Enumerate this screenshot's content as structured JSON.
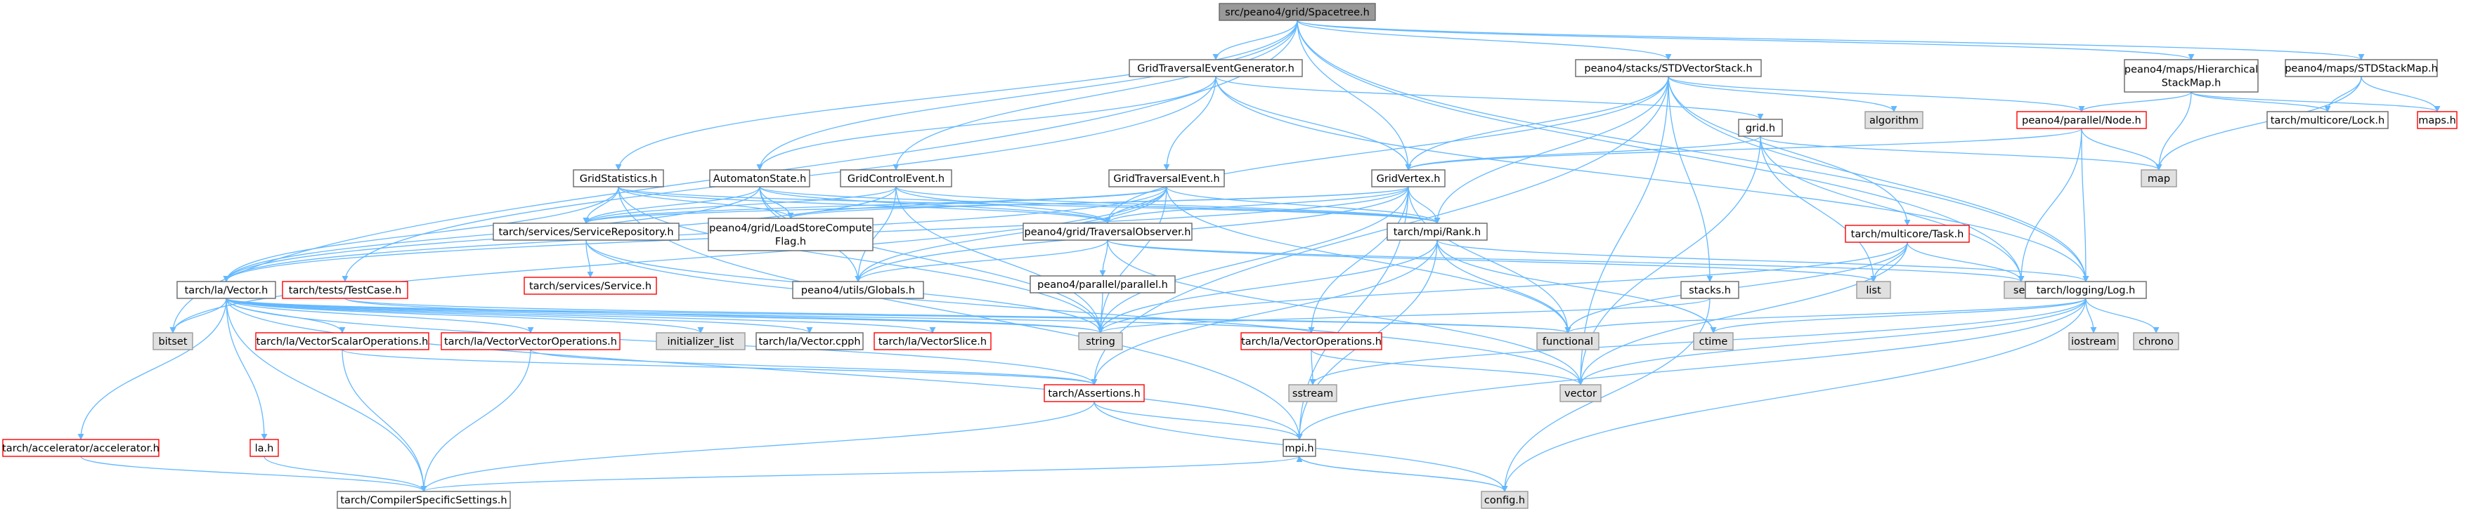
{
  "colors": {
    "root_fill": "#999999",
    "node_fill": "#ffffff",
    "node_stroke": "#666666",
    "missing_stroke": "#ff0000",
    "system_fill": "#e0e0e0",
    "system_stroke": "#999999",
    "edge": "#63b8ff"
  },
  "nodes": {
    "spacetree": {
      "label": "src/peano4/grid/Spacetree.h",
      "kind": "root"
    },
    "gteg": {
      "label": "GridTraversalEventGenerator.h",
      "kind": "normal"
    },
    "stdvectorstack": {
      "label": "peano4/stacks/STDVectorStack.h",
      "kind": "normal"
    },
    "hierstack_1": {
      "label": "peano4/maps/Hierarchical",
      "kind": "normal"
    },
    "hierstack_2": {
      "label": "StackMap.h",
      "kind": "normal"
    },
    "stdstackmap": {
      "label": "peano4/maps/STDStackMap.h",
      "kind": "normal"
    },
    "gridh": {
      "label": "grid.h",
      "kind": "normal"
    },
    "algorithm": {
      "label": "algorithm",
      "kind": "system"
    },
    "node": {
      "label": "peano4/parallel/Node.h",
      "kind": "missing"
    },
    "lock": {
      "label": "tarch/multicore/Lock.h",
      "kind": "normal"
    },
    "mapsh": {
      "label": "maps.h",
      "kind": "missing"
    },
    "map": {
      "label": "map",
      "kind": "system"
    },
    "gridstats": {
      "label": "GridStatistics.h",
      "kind": "normal"
    },
    "automaton": {
      "label": "AutomatonState.h",
      "kind": "normal"
    },
    "gridcontrol": {
      "label": "GridControlEvent.h",
      "kind": "normal"
    },
    "gte": {
      "label": "GridTraversalEvent.h",
      "kind": "normal"
    },
    "gridvertex": {
      "label": "GridVertex.h",
      "kind": "normal"
    },
    "task": {
      "label": "tarch/multicore/Task.h",
      "kind": "missing"
    },
    "servicerepo": {
      "label": "tarch/services/ServiceRepository.h",
      "kind": "normal"
    },
    "loadstore_1": {
      "label": "peano4/grid/LoadStoreCompute",
      "kind": "normal"
    },
    "loadstore_2": {
      "label": "Flag.h",
      "kind": "normal"
    },
    "traversalobs": {
      "label": "peano4/grid/TraversalObserver.h",
      "kind": "normal"
    },
    "rank": {
      "label": "tarch/mpi/Rank.h",
      "kind": "normal"
    },
    "service": {
      "label": "tarch/services/Service.h",
      "kind": "missing"
    },
    "parallel": {
      "label": "peano4/parallel/parallel.h",
      "kind": "normal"
    },
    "list": {
      "label": "list",
      "kind": "system"
    },
    "set": {
      "label": "set",
      "kind": "system"
    },
    "stacks": {
      "label": "stacks.h",
      "kind": "normal"
    },
    "globals": {
      "label": "peano4/utils/Globals.h",
      "kind": "normal"
    },
    "testcase": {
      "label": "tarch/tests/TestCase.h",
      "kind": "missing"
    },
    "vectorh": {
      "label": "tarch/la/Vector.h",
      "kind": "normal"
    },
    "log": {
      "label": "tarch/logging/Log.h",
      "kind": "normal"
    },
    "bitset": {
      "label": "bitset",
      "kind": "system"
    },
    "vso": {
      "label": "tarch/la/VectorScalarOperations.h",
      "kind": "missing"
    },
    "vvo": {
      "label": "tarch/la/VectorVectorOperations.h",
      "kind": "missing"
    },
    "initlist": {
      "label": "initializer_list",
      "kind": "system"
    },
    "vectorcpph": {
      "label": "tarch/la/Vector.cpph",
      "kind": "normal"
    },
    "vslice": {
      "label": "tarch/la/VectorSlice.h",
      "kind": "missing"
    },
    "string": {
      "label": "string",
      "kind": "system"
    },
    "vecops": {
      "label": "tarch/la/VectorOperations.h",
      "kind": "missing"
    },
    "functional": {
      "label": "functional",
      "kind": "system"
    },
    "ctime": {
      "label": "ctime",
      "kind": "system"
    },
    "iostream": {
      "label": "iostream",
      "kind": "system"
    },
    "chrono": {
      "label": "chrono",
      "kind": "system"
    },
    "assertions": {
      "label": "tarch/Assertions.h",
      "kind": "missing"
    },
    "sstream": {
      "label": "sstream",
      "kind": "system"
    },
    "vector": {
      "label": "vector",
      "kind": "system"
    },
    "accelerator": {
      "label": "tarch/accelerator/accelerator.h",
      "kind": "missing"
    },
    "lah": {
      "label": "la.h",
      "kind": "missing"
    },
    "mpih": {
      "label": "mpi.h",
      "kind": "normal"
    },
    "compiler": {
      "label": "tarch/CompilerSpecificSettings.h",
      "kind": "normal"
    },
    "config": {
      "label": "config.h",
      "kind": "system"
    }
  },
  "edges": [
    [
      "spacetree",
      "gteg"
    ],
    [
      "spacetree",
      "stdvectorstack"
    ],
    [
      "spacetree",
      "hierstack"
    ],
    [
      "spacetree",
      "stdstackmap"
    ],
    [
      "spacetree",
      "gridstats"
    ],
    [
      "spacetree",
      "automaton"
    ],
    [
      "spacetree",
      "gridcontrol"
    ],
    [
      "spacetree",
      "gridvertex"
    ],
    [
      "spacetree",
      "bitset"
    ],
    [
      "spacetree",
      "set"
    ],
    [
      "spacetree",
      "log"
    ],
    [
      "gteg",
      "gte"
    ],
    [
      "gteg",
      "gridvertex"
    ],
    [
      "gteg",
      "automaton"
    ],
    [
      "gteg",
      "gridh"
    ],
    [
      "gteg",
      "testcase"
    ],
    [
      "gteg",
      "log"
    ],
    [
      "stdvectorstack",
      "algorithm"
    ],
    [
      "stdvectorstack",
      "node"
    ],
    [
      "stdvectorstack",
      "gridvertex"
    ],
    [
      "stdvectorstack",
      "traversalobs"
    ],
    [
      "stdvectorstack",
      "rank"
    ],
    [
      "stdvectorstack",
      "task"
    ],
    [
      "stdvectorstack",
      "stacks"
    ],
    [
      "stdvectorstack",
      "vector"
    ],
    [
      "stdvectorstack",
      "log"
    ],
    [
      "stdvectorstack",
      "assertions"
    ],
    [
      "hierstack",
      "node"
    ],
    [
      "hierstack",
      "lock"
    ],
    [
      "hierstack",
      "map"
    ],
    [
      "hierstack",
      "mapsh"
    ],
    [
      "stdstackmap",
      "lock"
    ],
    [
      "stdstackmap",
      "mapsh"
    ],
    [
      "stdstackmap",
      "map"
    ],
    [
      "gridh",
      "gridvertex"
    ],
    [
      "gridh",
      "map"
    ],
    [
      "gridh",
      "list"
    ],
    [
      "gridh",
      "set"
    ],
    [
      "gridh",
      "vector"
    ],
    [
      "node",
      "gridvertex"
    ],
    [
      "node",
      "map"
    ],
    [
      "node",
      "set"
    ],
    [
      "node",
      "log"
    ],
    [
      "gridstats",
      "vectorh"
    ],
    [
      "gridstats",
      "servicerepo"
    ],
    [
      "gridstats",
      "loadstore"
    ],
    [
      "gridstats",
      "traversalobs"
    ],
    [
      "gridstats",
      "rank"
    ],
    [
      "gridstats",
      "mpih"
    ],
    [
      "gridstats",
      "string"
    ],
    [
      "automaton",
      "vectorh"
    ],
    [
      "automaton",
      "servicerepo"
    ],
    [
      "automaton",
      "loadstore"
    ],
    [
      "automaton",
      "traversalobs"
    ],
    [
      "automaton",
      "rank"
    ],
    [
      "automaton",
      "globals"
    ],
    [
      "automaton",
      "string"
    ],
    [
      "gridcontrol",
      "vectorh"
    ],
    [
      "gridcontrol",
      "servicerepo"
    ],
    [
      "gridcontrol",
      "traversalobs"
    ],
    [
      "gridcontrol",
      "rank"
    ],
    [
      "gridcontrol",
      "globals"
    ],
    [
      "gridcontrol",
      "string"
    ],
    [
      "gte",
      "vectorh"
    ],
    [
      "gte",
      "servicerepo"
    ],
    [
      "gte",
      "loadstore"
    ],
    [
      "gte",
      "traversalobs"
    ],
    [
      "gte",
      "rank"
    ],
    [
      "gte",
      "globals"
    ],
    [
      "gte",
      "bitset"
    ],
    [
      "gte",
      "string"
    ],
    [
      "gte",
      "functional"
    ],
    [
      "gridvertex",
      "vectorh"
    ],
    [
      "gridvertex",
      "servicerepo"
    ],
    [
      "gridvertex",
      "loadstore"
    ],
    [
      "gridvertex",
      "traversalobs"
    ],
    [
      "gridvertex",
      "rank"
    ],
    [
      "gridvertex",
      "globals"
    ],
    [
      "gridvertex",
      "string"
    ],
    [
      "gridvertex",
      "functional"
    ],
    [
      "gridvertex",
      "mpih"
    ],
    [
      "gridvertex",
      "vecops"
    ],
    [
      "task",
      "list"
    ],
    [
      "task",
      "set"
    ],
    [
      "task",
      "vector"
    ],
    [
      "task",
      "functional"
    ],
    [
      "task",
      "string"
    ],
    [
      "servicerepo",
      "service"
    ],
    [
      "servicerepo",
      "vector"
    ],
    [
      "servicerepo",
      "string"
    ],
    [
      "traversalobs",
      "parallel"
    ],
    [
      "traversalobs",
      "globals"
    ],
    [
      "traversalobs",
      "vector"
    ],
    [
      "traversalobs",
      "list"
    ],
    [
      "traversalobs",
      "set"
    ],
    [
      "rank",
      "mpih"
    ],
    [
      "rank",
      "functional"
    ],
    [
      "rank",
      "string"
    ],
    [
      "rank",
      "ctime"
    ],
    [
      "rank",
      "assertions"
    ],
    [
      "rank",
      "log"
    ],
    [
      "stacks",
      "config"
    ],
    [
      "stacks",
      "string"
    ],
    [
      "parallel",
      "string"
    ],
    [
      "vectorh",
      "bitset"
    ],
    [
      "vectorh",
      "vso"
    ],
    [
      "vectorh",
      "vvo"
    ],
    [
      "vectorh",
      "initlist"
    ],
    [
      "vectorh",
      "vectorcpph"
    ],
    [
      "vectorh",
      "vslice"
    ],
    [
      "vectorh",
      "string"
    ],
    [
      "vectorh",
      "vecops"
    ],
    [
      "vectorh",
      "functional"
    ],
    [
      "vectorh",
      "assertions"
    ],
    [
      "vectorh",
      "accelerator"
    ],
    [
      "vectorh",
      "lah"
    ],
    [
      "vectorh",
      "compiler"
    ],
    [
      "vectorh",
      "mpih"
    ],
    [
      "testcase",
      "string"
    ],
    [
      "testcase",
      "functional"
    ],
    [
      "log",
      "iostream"
    ],
    [
      "log",
      "chrono"
    ],
    [
      "log",
      "ctime"
    ],
    [
      "log",
      "sstream"
    ],
    [
      "log",
      "vector"
    ],
    [
      "log",
      "functional"
    ],
    [
      "log",
      "mpih"
    ],
    [
      "log",
      "config"
    ],
    [
      "vso",
      "compiler"
    ],
    [
      "vso",
      "assertions"
    ],
    [
      "vvo",
      "compiler"
    ],
    [
      "vvo",
      "assertions"
    ],
    [
      "vecops",
      "vector"
    ],
    [
      "vecops",
      "sstream"
    ],
    [
      "assertions",
      "mpih"
    ],
    [
      "assertions",
      "config"
    ],
    [
      "assertions",
      "compiler"
    ],
    [
      "accelerator",
      "compiler"
    ],
    [
      "lah",
      "compiler"
    ],
    [
      "mpih",
      "compiler"
    ],
    [
      "mpih",
      "config"
    ],
    [
      "config",
      "mpih"
    ]
  ]
}
